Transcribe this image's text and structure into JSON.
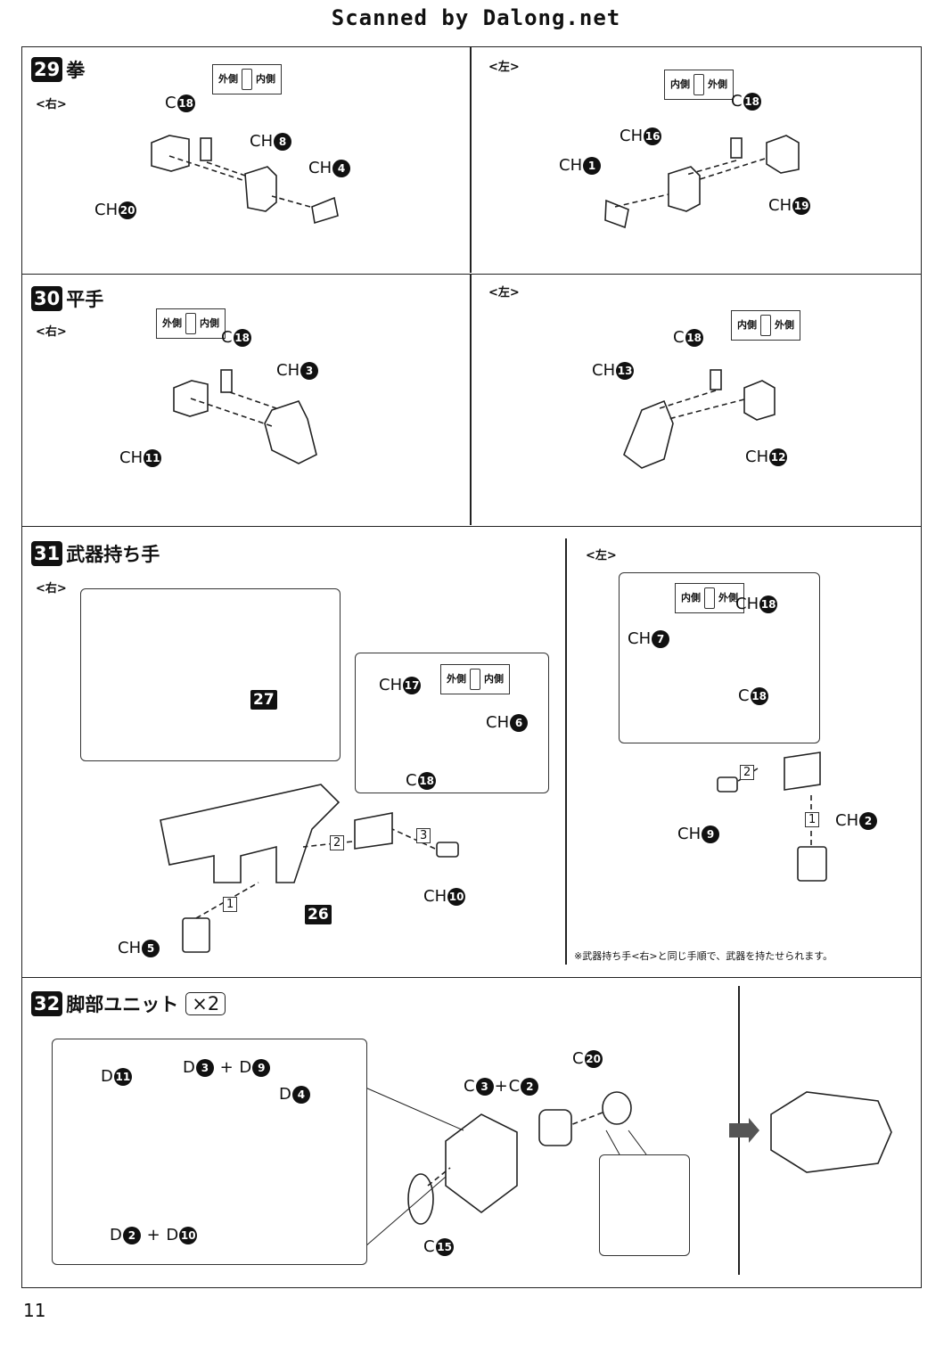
{
  "scan_credit": "Scanned by Dalong.net",
  "page_number": "11",
  "io_labels": {
    "outer": "外側",
    "inner": "内側"
  },
  "steps": [
    {
      "number": "29",
      "title": "拳",
      "right_side": "<右>",
      "left_side": "<左>",
      "right_parts": [
        "C",
        "18",
        "CH",
        "8",
        "CH",
        "4",
        "CH",
        "20"
      ],
      "left_parts": [
        "C",
        "18",
        "CH",
        "16",
        "CH",
        "1",
        "CH",
        "19"
      ]
    },
    {
      "number": "30",
      "title": "平手",
      "right_side": "<右>",
      "left_side": "<左>",
      "right_parts": [
        "C",
        "18",
        "CH",
        "3",
        "CH",
        "11"
      ],
      "left_parts": [
        "C",
        "18",
        "CH",
        "13",
        "CH",
        "12"
      ]
    },
    {
      "number": "31",
      "title": "武器持ち手",
      "right_side": "<右>",
      "left_side": "<左>",
      "right_parts": [
        "27",
        "CH",
        "17",
        "CH",
        "6",
        "C",
        "18",
        "CH",
        "10",
        "26",
        "CH",
        "5",
        "1",
        "2",
        "3"
      ],
      "left_parts": [
        "CH",
        "18",
        "CH",
        "7",
        "C",
        "18",
        "CH",
        "9",
        "CH",
        "2",
        "1",
        "2"
      ],
      "note": "※武器持ち手<右>と同じ手順で、武器を持たせられます。"
    },
    {
      "number": "32",
      "title": "脚部ユニット",
      "multiplier": "×2",
      "parts": [
        "D",
        "11",
        "D",
        "3",
        "D",
        "9",
        "D",
        "4",
        "D",
        "2",
        "D",
        "10",
        "C",
        "3",
        "C",
        "2",
        "C",
        "20",
        "C",
        "15"
      ]
    }
  ]
}
